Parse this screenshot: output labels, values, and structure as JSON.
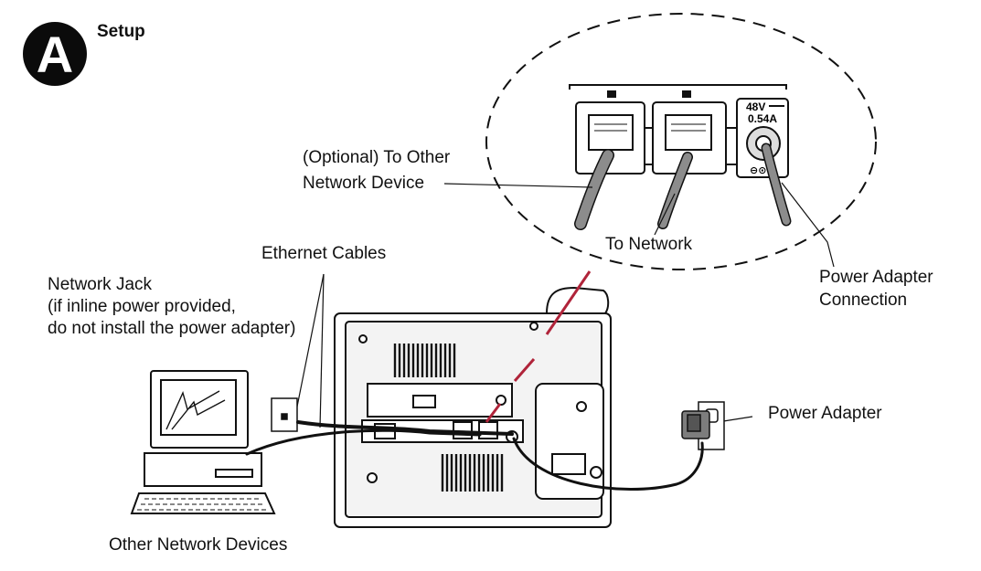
{
  "badge": {
    "letter": "A"
  },
  "title": "Setup",
  "labels": {
    "optional_line1": "(Optional) To Other",
    "optional_line2": "Network Device",
    "to_network": "To Network",
    "power_conn_line1": "Power Adapter",
    "power_conn_line2": "Connection",
    "ethernet_cables": "Ethernet Cables",
    "network_jack_line1": "Network Jack",
    "network_jack_line2": "(if inline power provided,",
    "network_jack_line3": "do not install the power adapter)",
    "power_adapter": "Power Adapter",
    "other_devices": "Other Network Devices"
  },
  "port_rating": {
    "voltage": "48V",
    "current": "0.54A"
  },
  "colors": {
    "line": "#111111",
    "cable_gray": "#8c8c8c",
    "accent_red": "#b0243a",
    "panel_fill": "#f3f3f3"
  }
}
